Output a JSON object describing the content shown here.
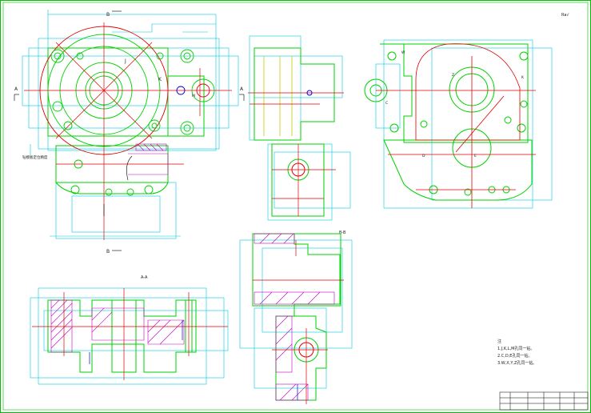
{
  "drawing": {
    "colors": {
      "frame": "#00c000",
      "outline": "#00d000",
      "dimension": "#00c8e0",
      "center": "#e00000",
      "hidden": "#c8c800",
      "section": "#c000c0",
      "blue": "#0000e0",
      "black": "#000000"
    },
    "section_marks": {
      "top_b": "B",
      "bottom_b": "B",
      "left_a": "A",
      "right_a": "A"
    },
    "labels": {
      "J": "J",
      "K": "K",
      "M": "M",
      "W": "W",
      "Z": "Z",
      "C": "C",
      "D": "D",
      "E": "E",
      "K2": "K"
    },
    "captions": {
      "aa": "A-A",
      "bb": "B-B",
      "roughness": "Ra√"
    },
    "notes": {
      "title": "注",
      "line1": "1.J,K,L,M孔同一钻。",
      "line2": "2.C,D,E孔同一钻。",
      "line3": "3.W,X,Y,Z孔同一钻。"
    },
    "side_text": "钻模板定位精度"
  }
}
